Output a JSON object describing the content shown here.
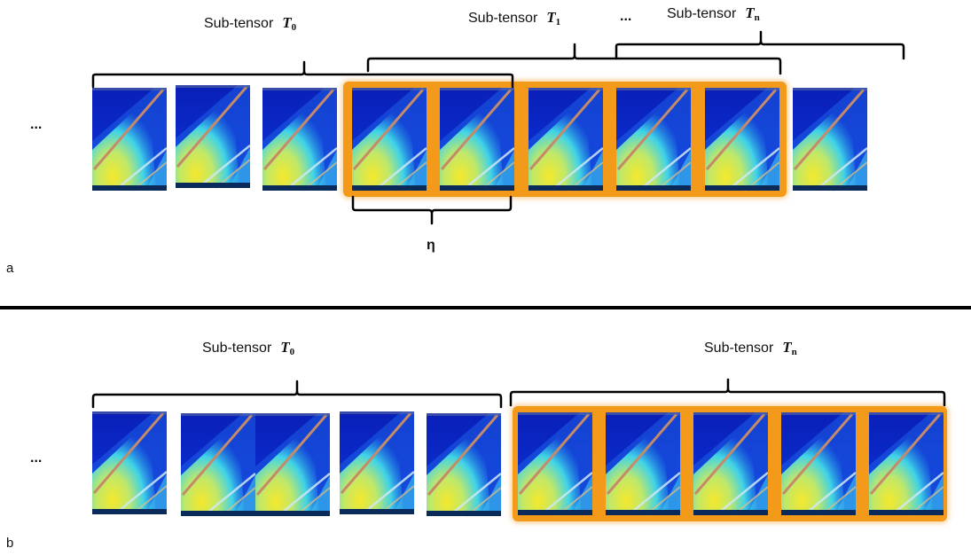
{
  "panel_a": {
    "panel_label": "a",
    "leading_ellipsis": "...",
    "mid_ellipsis": "...",
    "eta_label": "η",
    "labels": [
      {
        "prefix": "Sub-tensor",
        "symbol": "T",
        "subscript": "0"
      },
      {
        "prefix": "Sub-tensor",
        "symbol": "T",
        "subscript": "1"
      },
      {
        "prefix": "Sub-tensor",
        "symbol": "T",
        "subscript": "n"
      }
    ]
  },
  "panel_b": {
    "panel_label": "b",
    "leading_ellipsis": "...",
    "labels": [
      {
        "prefix": "Sub-tensor",
        "symbol": "T",
        "subscript": "0"
      },
      {
        "prefix": "Sub-tensor",
        "symbol": "T",
        "subscript": "n"
      }
    ]
  },
  "colors": {
    "highlight": "#f39a1b",
    "frame_blue": "#1030c8",
    "frame_yellow": "#f2e530",
    "bracket": "#000000"
  }
}
